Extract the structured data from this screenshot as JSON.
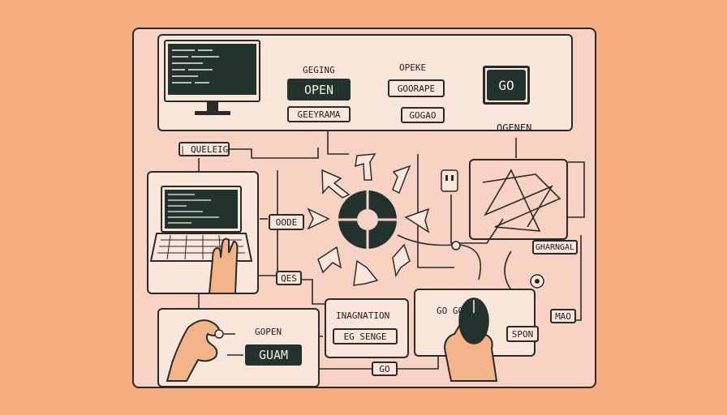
{
  "top": {
    "label_geging": "GEGING",
    "label_opeke": "OPEKE",
    "btn_open": "OPEN",
    "tag_geeyrama": "GEEYRAMA",
    "tag_goorape": "GOORAPE",
    "tag_gogao": "GOGAO",
    "go_screen": "GO",
    "label_ogenen": "OGENEN"
  },
  "middle": {
    "tag_queig": "| QUELEIG",
    "tag_oode": "OODE",
    "tag_qes": "QES",
    "tag_ghangal": "GHARNGAL",
    "tag_mao": "MAO"
  },
  "bottom": {
    "label_gopen": "GOPEN",
    "btn_guam": "GUAM",
    "label_imagination": "INAGNATION",
    "tag_egsenge": "EG SENGE",
    "tag_go": "GO",
    "label_gougoun": "GO  GOUN",
    "tag_spon": "SPON"
  },
  "colors": {
    "background": "#f6ad80",
    "board": "#f8d3c4",
    "panel": "#fbe6dc",
    "dark": "#22332e",
    "skin": "#f3b48a"
  }
}
